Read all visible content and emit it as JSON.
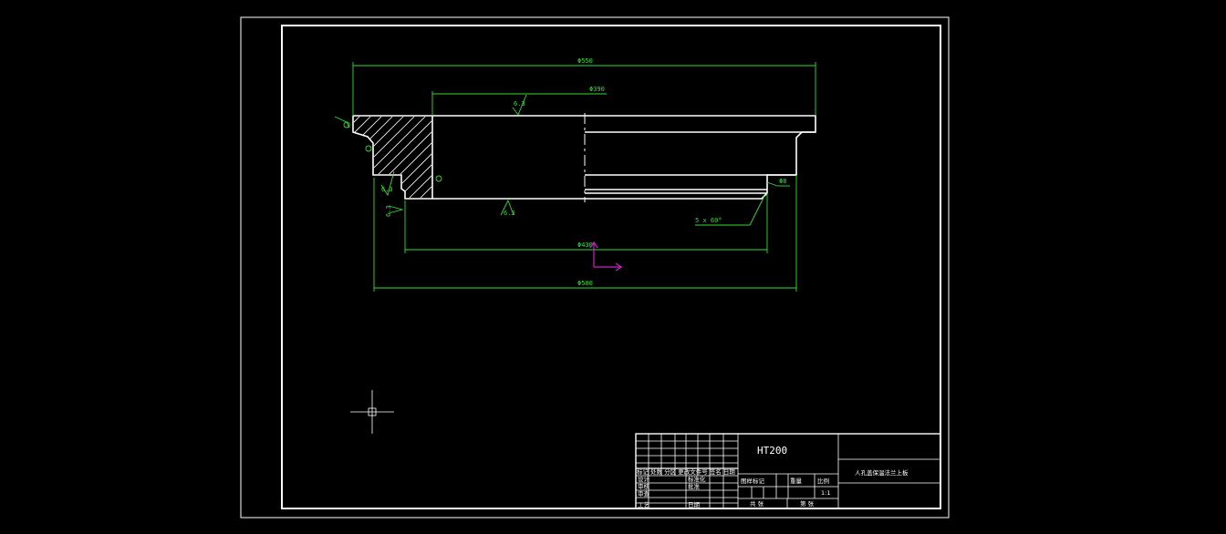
{
  "colors": {
    "background": "#000000",
    "outline": "#ffffff",
    "dimension": "#2ee02e",
    "ucs": "#d020d0"
  },
  "dimensions": {
    "top_diameter": "Φ550",
    "inner_diameter": "Φ390",
    "bottom_inner_diameter": "Φ430",
    "bottom_outer_diameter": "Φ500",
    "chamfer": "5 x 60°",
    "roughness_top": "6.3",
    "roughness_side": "6.3",
    "roughness_left": "6.3",
    "roughness_bottom": "6.3",
    "roughness_right": "Φ8"
  },
  "title_block": {
    "material": "HT200",
    "drawing_title": "人孔盖保温法兰上板",
    "left_cells": {
      "revision_header": "标记 处数 分区 更改文件号 签名 日期",
      "designer": "设计",
      "standardization": "标准化",
      "checker": "审核",
      "craft": "工艺",
      "approver": "批准",
      "date": "日期",
      "reviewer": "审查"
    },
    "right_cells": {
      "stage_mark": "图样标记",
      "weight": "重量",
      "scale": "比例",
      "scale_value": "1:1",
      "total_sheets": "共 张",
      "sheet_no": "第 张"
    }
  },
  "cursor_icon": "crosshair-cursor-icon"
}
